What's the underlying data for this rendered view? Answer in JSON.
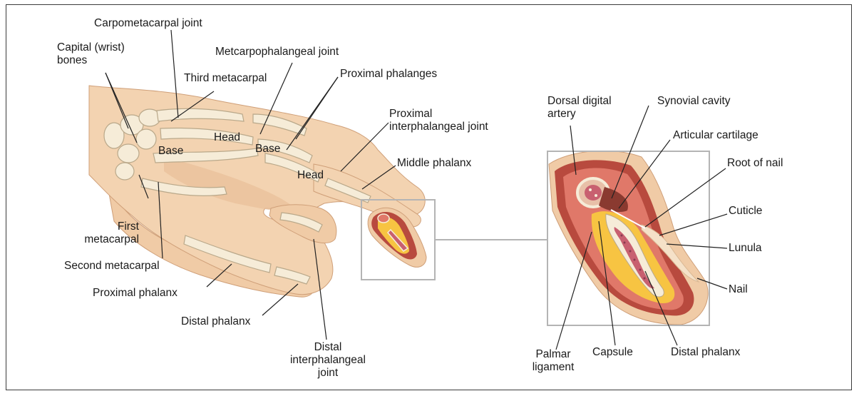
{
  "colors": {
    "skin": "#f3d3b1",
    "skin_shadow": "#e8bf98",
    "skin_edge": "#cf9f78",
    "bone": "#f6ecd8",
    "bone_edge": "#b9a88a",
    "outer_tissue": "#b84a3e",
    "inner_tissue": "#e07869",
    "marrow": "#c86070",
    "fat": "#f7c442",
    "zoom_box": "#b4b4b4",
    "leader": "#222222"
  },
  "labels": {
    "carpometacarpal_joint": "Carpometacarpal joint",
    "capital_bones": "Capital (wrist)\nbones",
    "metacarpophalangeal_joint": "Metcarpophalangeal joint",
    "third_metacarpal": "Third metacarpal",
    "proximal_phalanges": "Proximal phalanges",
    "proximal_interphalangeal_joint": "Proximal\ninterphalangeal joint",
    "middle_phalanx": "Middle phalanx",
    "head_1": "Head",
    "base_1": "Base",
    "base_2": "Base",
    "head_2": "Head",
    "first_metacarpal": "First\nmetacarpal",
    "second_metacarpal": "Second metacarpal",
    "proximal_phalanx": "Proximal phalanx",
    "distal_phalanx_hand": "Distal phalanx",
    "distal_interphalangeal_joint": "Distal\ninterphalangeal\njoint",
    "dorsal_digital_artery": "Dorsal digital\nartery",
    "synovial_cavity": "Synovial cavity",
    "articular_cartilage": "Articular cartilage",
    "root_of_nail": "Root of nail",
    "cuticle": "Cuticle",
    "lunula": "Lunula",
    "nail": "Nail",
    "palmar_ligament": "Palmar\nligament",
    "capsule": "Capsule",
    "distal_phalanx_detail": "Distal phalanx"
  }
}
